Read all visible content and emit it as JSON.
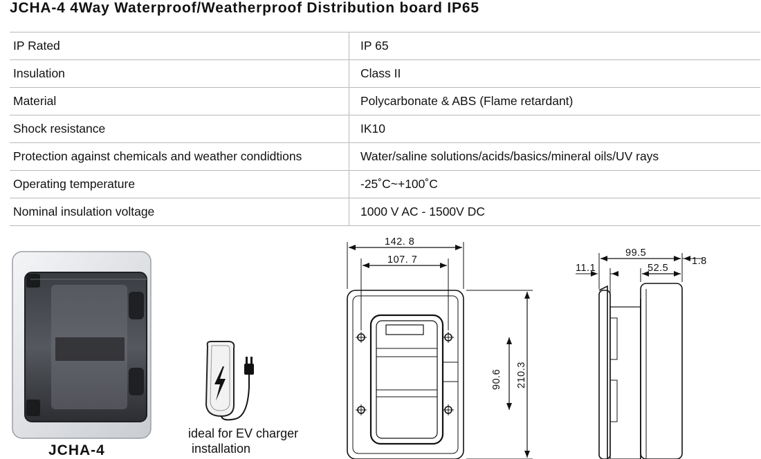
{
  "title": "JCHA-4  4Way Waterproof/Weatherproof Distribution board IP65",
  "specs": [
    {
      "label": "IP Rated",
      "value": "IP 65"
    },
    {
      "label": "Insulation",
      "value": "Class II"
    },
    {
      "label": "Material",
      "value": "Polycarbonate & ABS (Flame retardant)"
    },
    {
      "label": "Shock resistance",
      "value": "IK10"
    },
    {
      "label": "Protection against chemicals and weather condidtions",
      "value": "Water/saline solutions/acids/basics/mineral oils/UV rays"
    },
    {
      "label": "Operating temperature",
      "value": "-25˚C~+100˚C"
    },
    {
      "label": "Nominal insulation voltage",
      "value": "1000 V AC - 1500V DC"
    }
  ],
  "product": {
    "caption": "JCHA-4"
  },
  "ev": {
    "caption": "ideal for EV charger\n installation",
    "icon": "ev-charger-icon"
  },
  "front_drawing": {
    "dims": {
      "overall_width": "142. 8",
      "inner_width": "107. 7",
      "overall_height": "210.3",
      "inner_height": "90.6"
    }
  },
  "side_drawing": {
    "dims": {
      "depth": "99.5",
      "lip": "1.8",
      "front_depth": "11.1",
      "body_depth": "52.5"
    }
  }
}
